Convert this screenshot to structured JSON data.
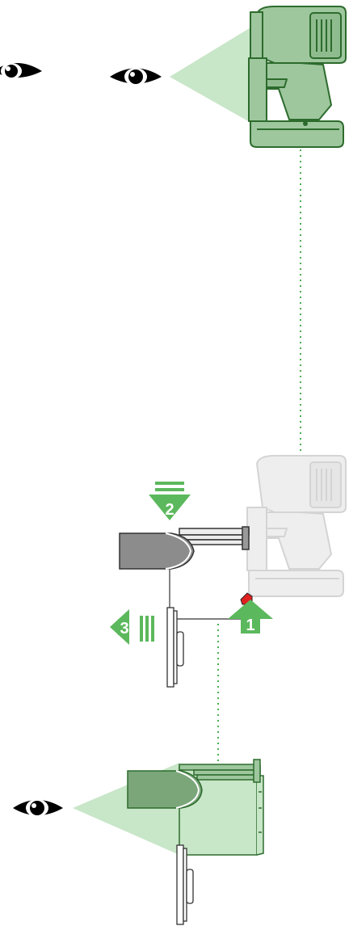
{
  "steps": {
    "step1": {
      "number": "1"
    },
    "step2": {
      "number": "2"
    },
    "step3": {
      "number": "3"
    }
  },
  "colors": {
    "green_arrow": "#5cb85c",
    "view_cone": "#c8e6c8",
    "device_green": "#9ec79e",
    "device_outline": "#2d6b2d",
    "device_gray": "#e6e6e6",
    "bin_gray": "#8c8c8c",
    "release_red": "#e02020",
    "dotted_guide": "#4caf50"
  },
  "icons": [
    "eye-icon",
    "arrow-up-icon",
    "arrow-down-icon",
    "arrow-left-icon",
    "handheld-vacuum-icon",
    "bin-icon"
  ]
}
